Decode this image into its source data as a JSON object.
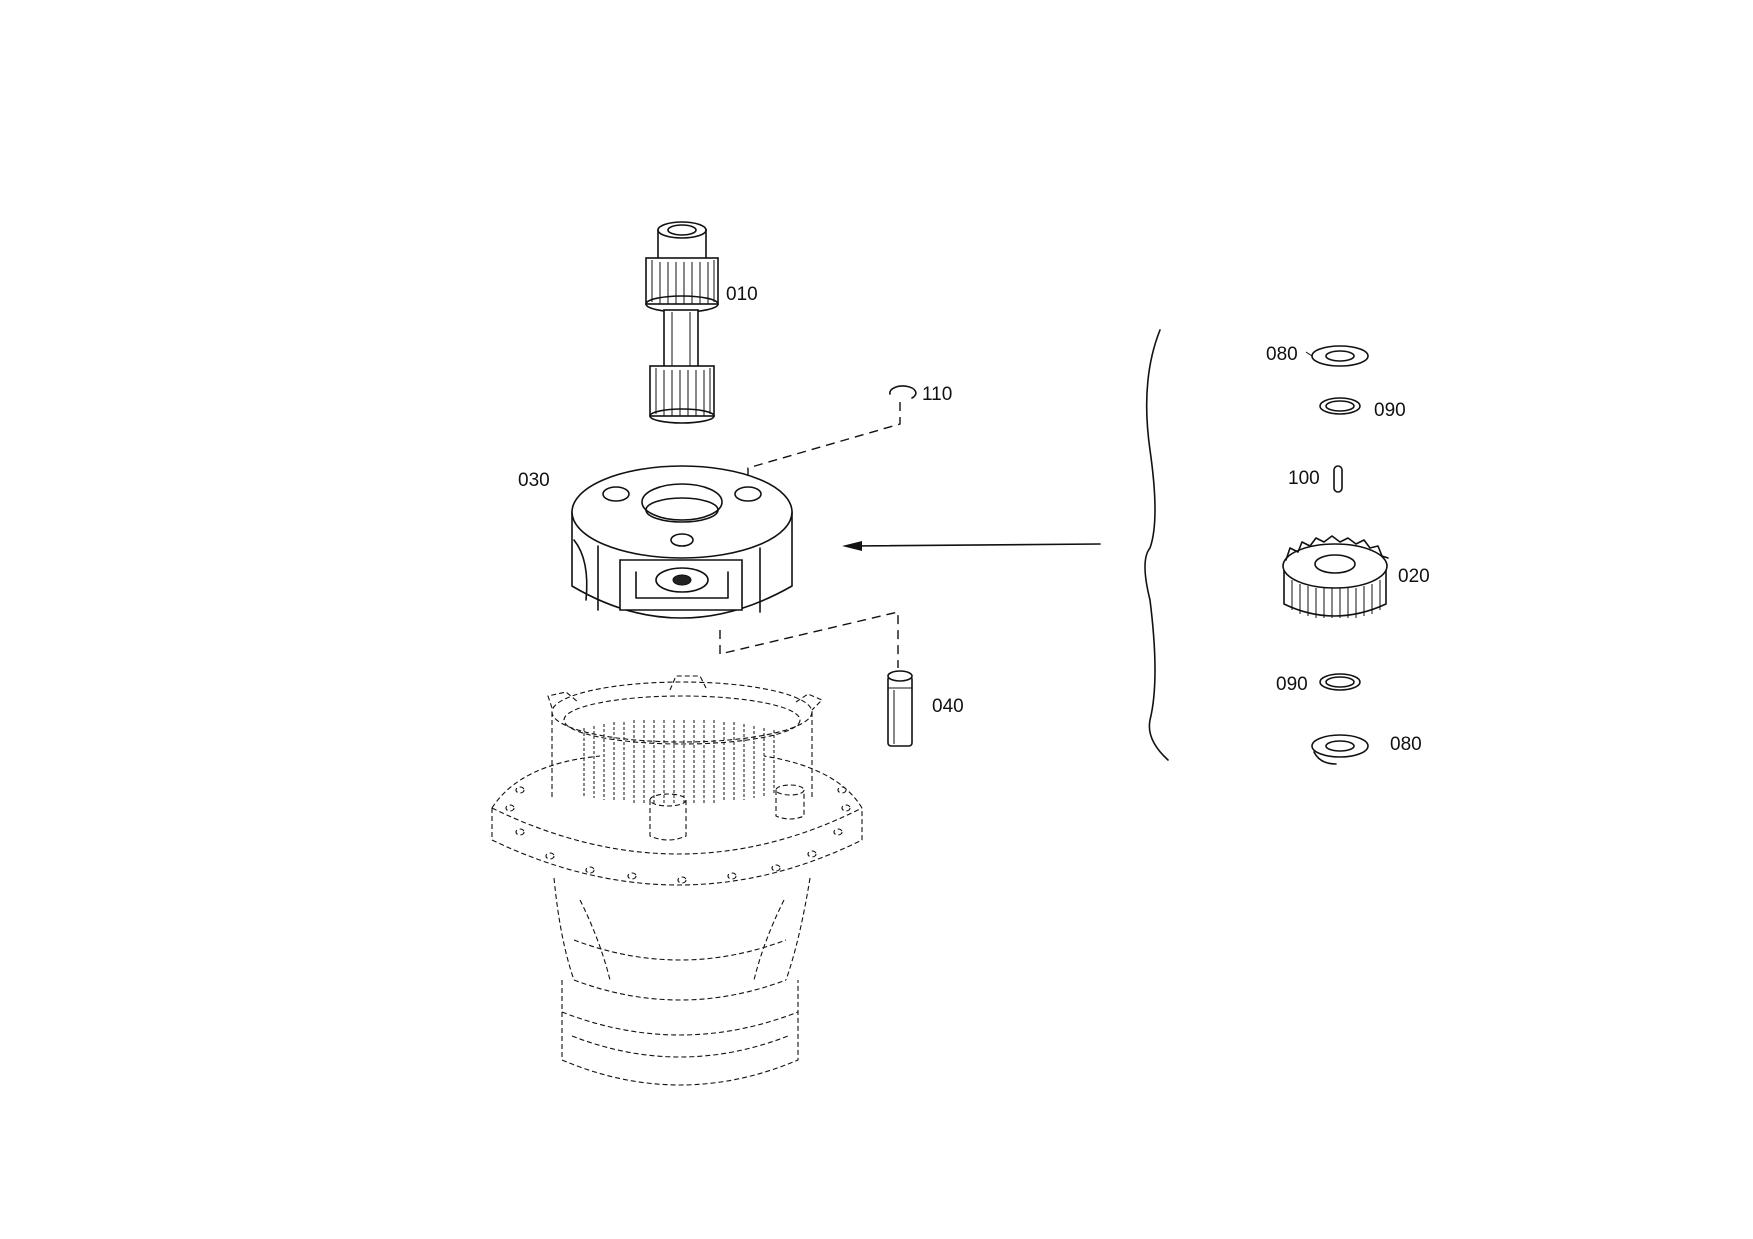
{
  "labels": {
    "p010": "010",
    "p110": "110",
    "p030": "030",
    "p040": "040",
    "p080_top": "080",
    "p090_top": "090",
    "p100": "100",
    "p020": "020",
    "p090_bottom": "090",
    "p080_bottom": "080"
  },
  "colors": {
    "line": "#111111",
    "background": "#ffffff"
  }
}
